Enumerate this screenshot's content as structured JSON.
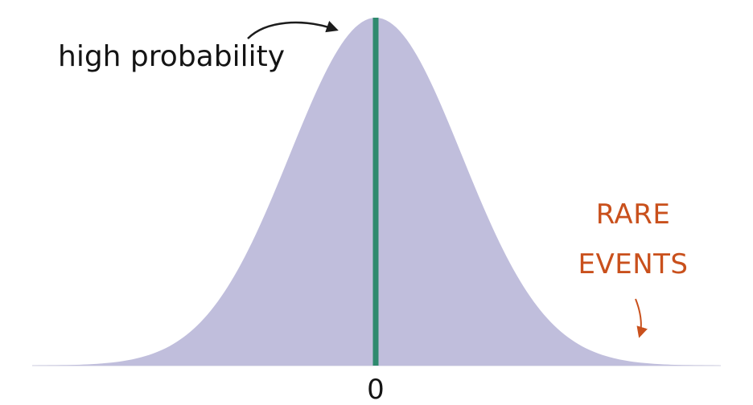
{
  "annotations": {
    "peak_label": "high probability",
    "tail_label_line1": "RARE",
    "tail_label_line2": "EVENTS",
    "center_tick": "0"
  },
  "colors": {
    "curve_fill": "#c0bedc",
    "center_line": "#2e8a6e",
    "tail_text": "#c9501c",
    "arrow_dark": "#1c1c1c",
    "baseline": "#e8e8f0"
  },
  "chart_data": {
    "type": "area",
    "curve": "normal-density",
    "mean": 0,
    "xlim": [
      -4,
      4
    ],
    "center_marker": 0,
    "tick_labels": [
      "0"
    ]
  }
}
